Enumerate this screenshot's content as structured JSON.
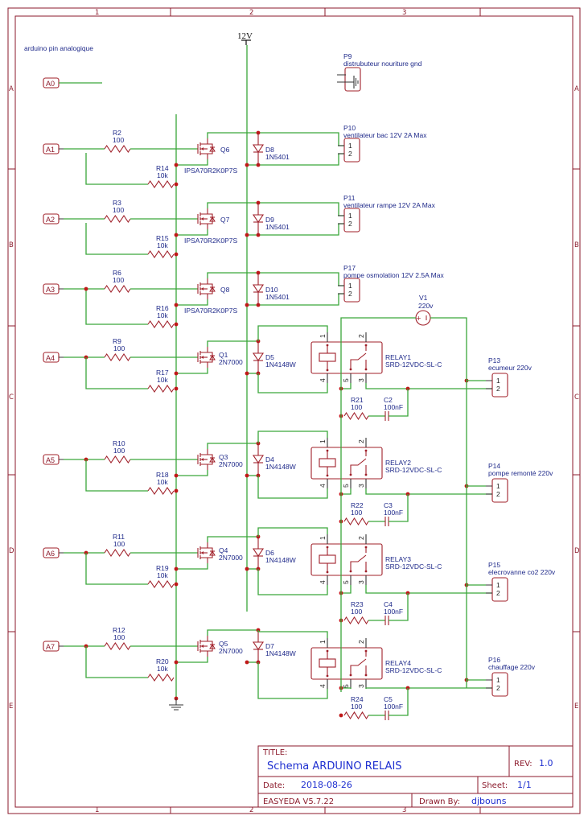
{
  "sheet": {
    "note": "arduino pin analogique",
    "power_net": "12V",
    "columns": [
      "1",
      "2",
      "3"
    ],
    "rows": [
      "A",
      "B",
      "C",
      "D",
      "E"
    ]
  },
  "nets": [
    "A0",
    "A1",
    "A2",
    "A3",
    "A4",
    "A5",
    "A6",
    "A7"
  ],
  "mosfet_channels": [
    {
      "net": "A1",
      "r_gate": {
        "ref": "R2",
        "value": "100"
      },
      "r_pull": {
        "ref": "R14",
        "value": "10k"
      },
      "q": {
        "ref": "Q6",
        "part": "IPSA70R2K0P7S"
      },
      "d": {
        "ref": "D8",
        "part": "1N5401"
      },
      "conn": {
        "ref": "P10",
        "desc": "ventilateur bac 12V 2A Max"
      }
    },
    {
      "net": "A2",
      "r_gate": {
        "ref": "R3",
        "value": "100"
      },
      "r_pull": {
        "ref": "R15",
        "value": "10k"
      },
      "q": {
        "ref": "Q7",
        "part": "IPSA70R2K0P7S"
      },
      "d": {
        "ref": "D9",
        "part": "1N5401"
      },
      "conn": {
        "ref": "P11",
        "desc": "ventilateur rampe 12V 2A Max"
      }
    },
    {
      "net": "A3",
      "r_gate": {
        "ref": "R6",
        "value": "100"
      },
      "r_pull": {
        "ref": "R16",
        "value": "10k"
      },
      "q": {
        "ref": "Q8",
        "part": "IPSA70R2K0P7S"
      },
      "d": {
        "ref": "D10",
        "part": "1N5401"
      },
      "conn": {
        "ref": "P17",
        "desc": "pompe osmolation 12V 2.5A Max"
      }
    }
  ],
  "relay_channels": [
    {
      "net": "A4",
      "r_gate": {
        "ref": "R9",
        "value": "100"
      },
      "r_pull": {
        "ref": "R17",
        "value": "10k"
      },
      "q": {
        "ref": "Q1",
        "part": "2N7000"
      },
      "d": {
        "ref": "D5",
        "part": "1N4148W"
      },
      "relay": {
        "ref": "RELAY1",
        "part": "SRD-12VDC-SL-C"
      },
      "snub_r": {
        "ref": "R21",
        "value": "100"
      },
      "snub_c": {
        "ref": "C2",
        "value": "100nF"
      },
      "conn": {
        "ref": "P13",
        "desc": "ecumeur 220v"
      }
    },
    {
      "net": "A5",
      "r_gate": {
        "ref": "R10",
        "value": "100"
      },
      "r_pull": {
        "ref": "R18",
        "value": "10k"
      },
      "q": {
        "ref": "Q3",
        "part": "2N7000"
      },
      "d": {
        "ref": "D4",
        "part": "1N4148W"
      },
      "relay": {
        "ref": "RELAY2",
        "part": "SRD-12VDC-SL-C"
      },
      "snub_r": {
        "ref": "R22",
        "value": "100"
      },
      "snub_c": {
        "ref": "C3",
        "value": "100nF"
      },
      "conn": {
        "ref": "P14",
        "desc": "pompe remonté 220v"
      }
    },
    {
      "net": "A6",
      "r_gate": {
        "ref": "R11",
        "value": "100"
      },
      "r_pull": {
        "ref": "R19",
        "value": "10k"
      },
      "q": {
        "ref": "Q4",
        "part": "2N7000"
      },
      "d": {
        "ref": "D6",
        "part": "1N4148W"
      },
      "relay": {
        "ref": "RELAY3",
        "part": "SRD-12VDC-SL-C"
      },
      "snub_r": {
        "ref": "R23",
        "value": "100"
      },
      "snub_c": {
        "ref": "C4",
        "value": "100nF"
      },
      "conn": {
        "ref": "P15",
        "desc": "elecrovanne co2 220v"
      }
    },
    {
      "net": "A7",
      "r_gate": {
        "ref": "R12",
        "value": "100"
      },
      "r_pull": {
        "ref": "R20",
        "value": "10k"
      },
      "q": {
        "ref": "Q5",
        "part": "2N7000"
      },
      "d": {
        "ref": "D7",
        "part": "1N4148W"
      },
      "relay": {
        "ref": "RELAY4",
        "part": "SRD-12VDC-SL-C"
      },
      "snub_r": {
        "ref": "R24",
        "value": "100"
      },
      "snub_c": {
        "ref": "C5",
        "value": "100nF"
      },
      "conn": {
        "ref": "P16",
        "desc": "chauffage 220v"
      }
    }
  ],
  "source": {
    "ref": "V1",
    "value": "220v"
  },
  "gnd_connector": {
    "ref": "P9",
    "desc": "distrubuteur nouriture gnd"
  },
  "pin_labels": [
    "1",
    "2"
  ],
  "relay_pins": [
    "1",
    "2",
    "3",
    "4",
    "5"
  ],
  "title_block": {
    "title_key": "TITLE:",
    "title": "Schema ARDUINO RELAIS",
    "rev_key": "REV:",
    "rev": "1.0",
    "date_key": "Date:",
    "date": "2018-08-26",
    "sheet_key": "Sheet:",
    "sheet": "1/1",
    "tool": "EASYEDA V5.7.22",
    "drawn_key": "Drawn By:",
    "drawn": "djbouns"
  }
}
